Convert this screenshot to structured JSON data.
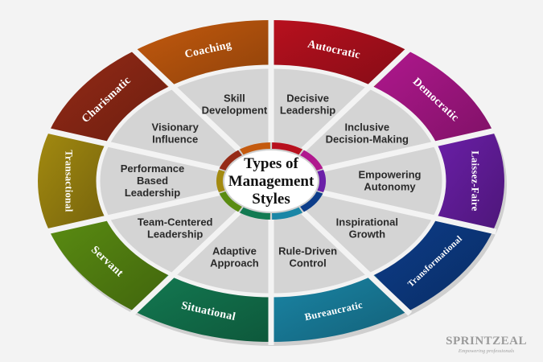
{
  "center": {
    "line1": "Types of",
    "line2": "Management",
    "line3": "Styles"
  },
  "segments": [
    {
      "name": "Autocratic",
      "desc": [
        "Decisive",
        "Leadership"
      ],
      "color": "#b8101e"
    },
    {
      "name": "Democratic",
      "desc": [
        "Inclusive",
        "Decision-Making"
      ],
      "color": "#b0188e"
    },
    {
      "name": "Laissez-Faire",
      "desc": [
        "Empowering",
        "Autonomy"
      ],
      "color": "#6b1fa8"
    },
    {
      "name": "Transformational",
      "desc": [
        "Inspirational",
        "Growth"
      ],
      "color": "#0d3d8a"
    },
    {
      "name": "Bureaucratic",
      "desc": [
        "Rule-Driven",
        "Control"
      ],
      "color": "#1a86a6"
    },
    {
      "name": "Situational",
      "desc": [
        "Adaptive",
        "Approach"
      ],
      "color": "#137a52"
    },
    {
      "name": "Servant",
      "desc": [
        "Team-Centered",
        "Leadership"
      ],
      "color": "#5a8c12"
    },
    {
      "name": "Transactional",
      "desc": [
        "Performance",
        "Based",
        "Leadership"
      ],
      "color": "#a38a10"
    },
    {
      "name": "Charismatic",
      "desc": [
        "Visionary",
        "Influence"
      ],
      "color": "#952a16"
    },
    {
      "name": "Coaching",
      "desc": [
        "Skill",
        "Development"
      ],
      "color": "#c45a0e"
    }
  ],
  "logo": {
    "text": "SPRINTZEAL",
    "tagline": "Empowering professionals"
  }
}
